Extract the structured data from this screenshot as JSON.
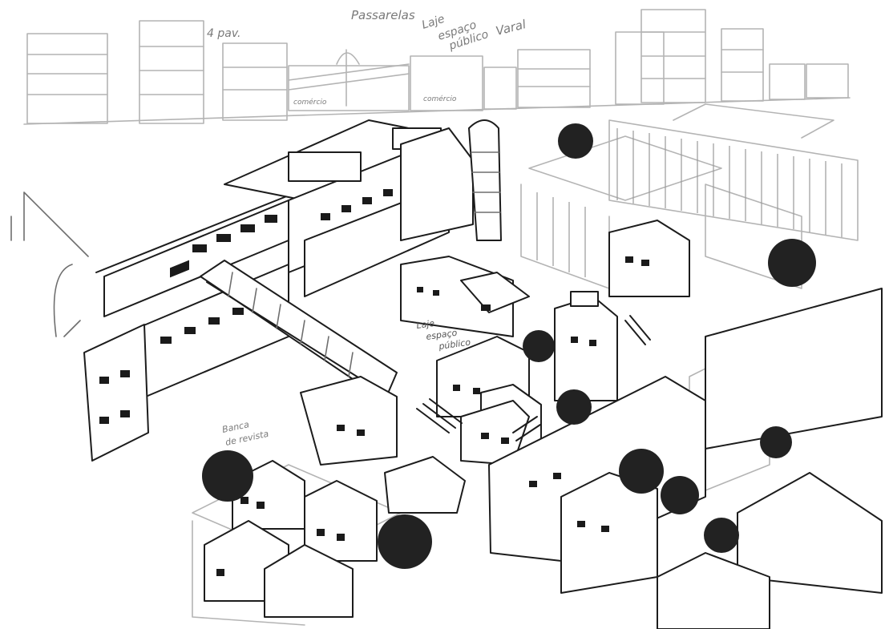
{
  "labels": {
    "skyline_floors": "4 pav.",
    "walkways": "Passarelas",
    "slab_top": "Laje",
    "public_space_top": "espaço",
    "public_space_top_2": "público",
    "clothesline": "Varal",
    "skyline_shop_1": "comércio",
    "skyline_shop_2": "comércio",
    "slab_mid": "Laje",
    "public_space_mid": "espaço",
    "public_space_mid_2": "público",
    "stand": "Banca",
    "stand_2": "de revista"
  },
  "colors": {
    "ink": "#1c1c1c",
    "pencil_light": "#b4b4b4",
    "pencil_mid": "#6e6e6e",
    "background": "#ffffff"
  }
}
